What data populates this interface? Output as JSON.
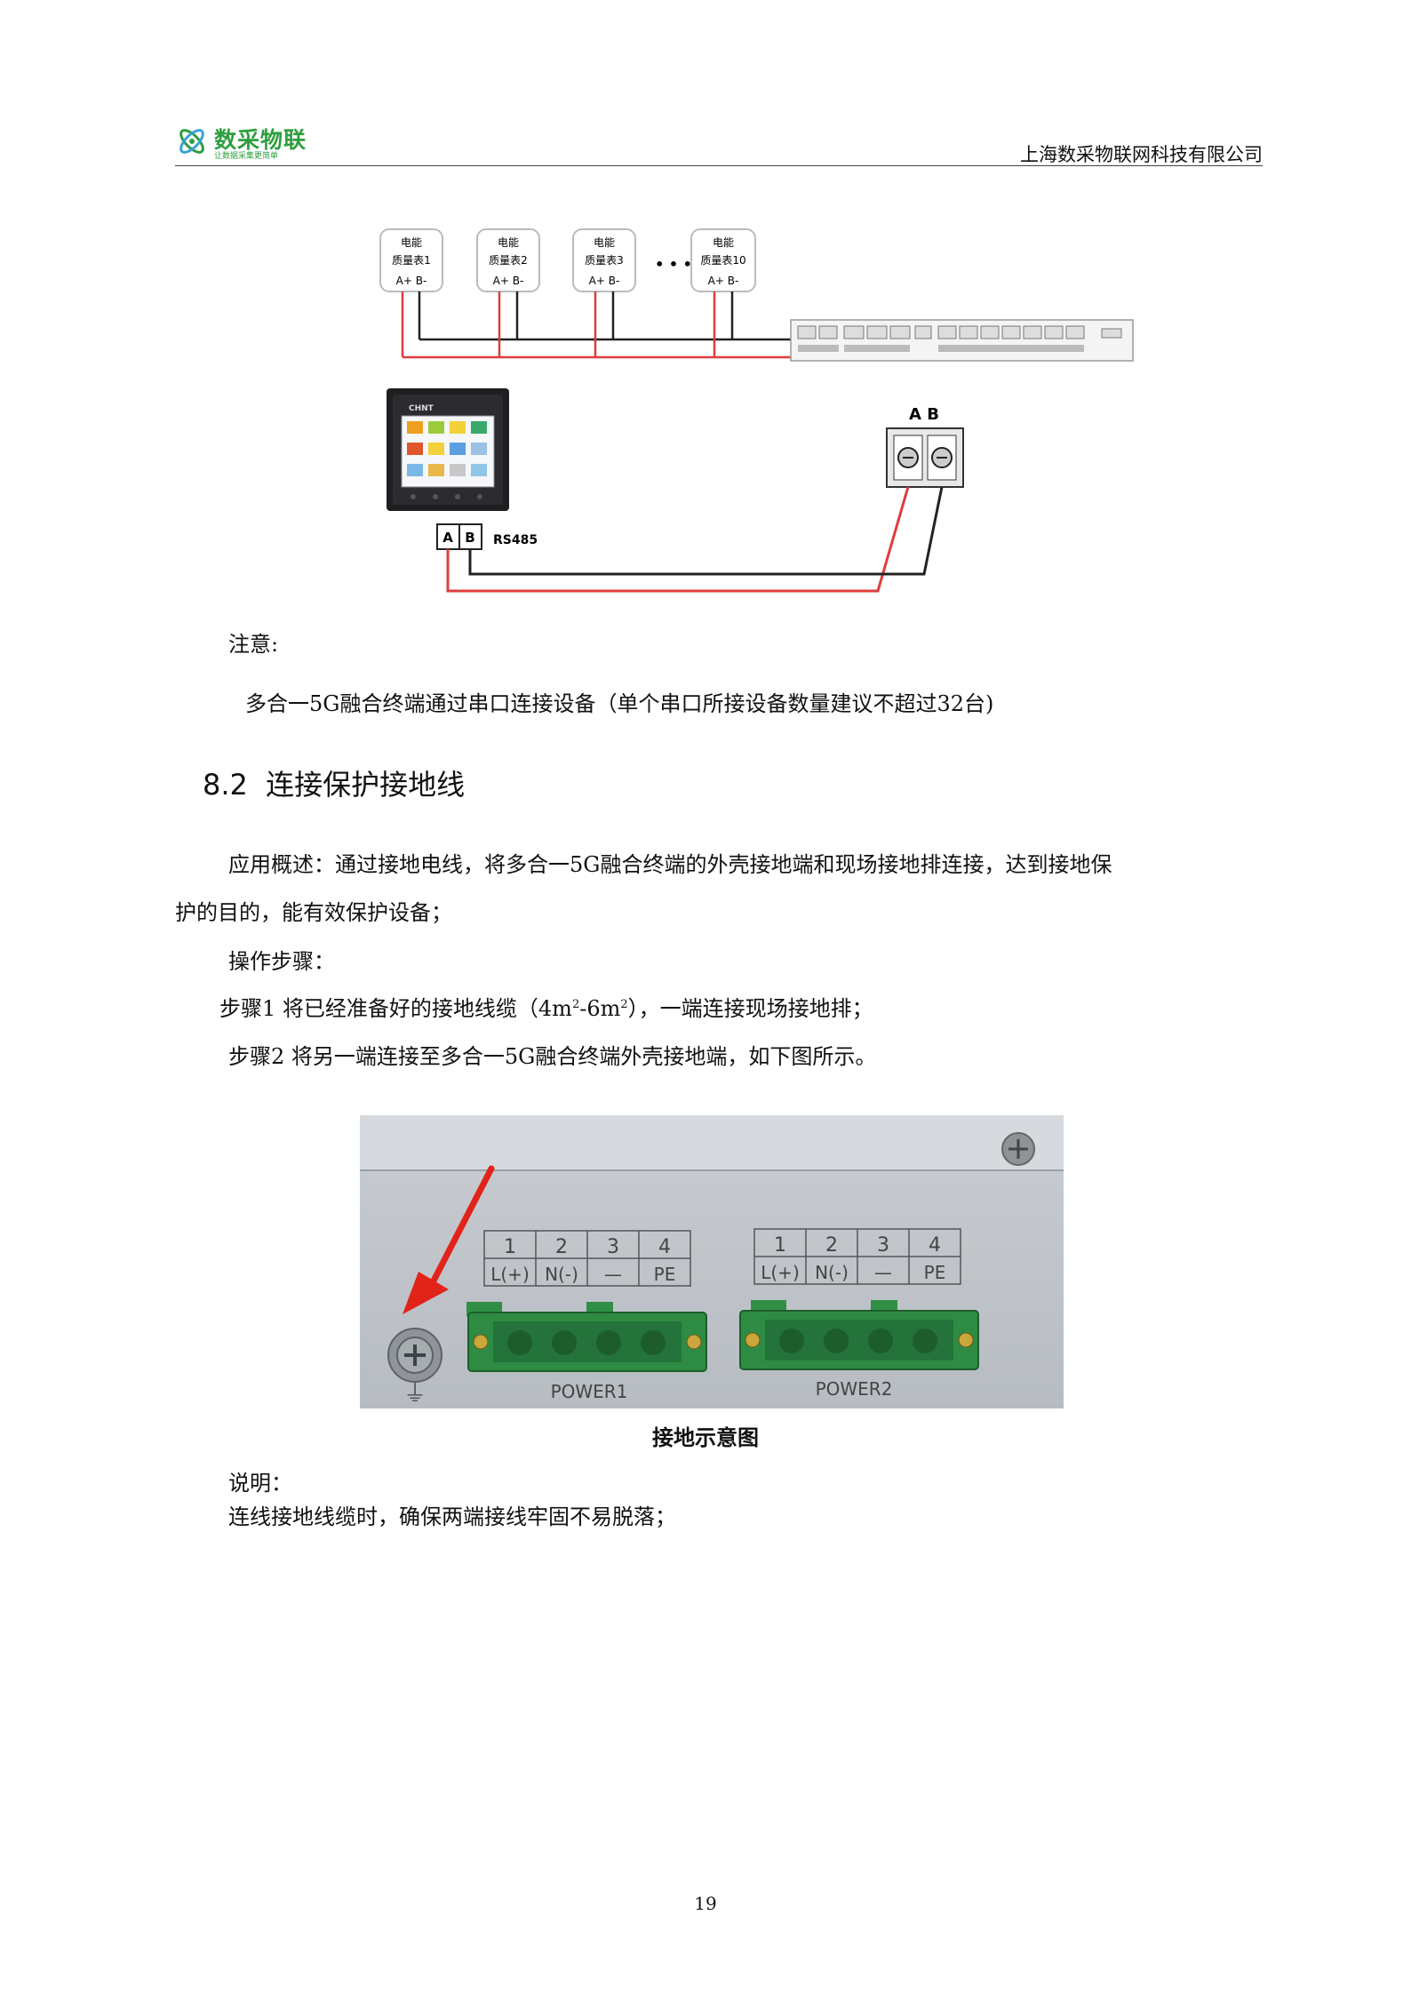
{
  "header": {
    "logo_name": "数采物联",
    "logo_tagline": "让数据采集更简单",
    "company": "上海数采物联网科技有限公司"
  },
  "wiring_diagram": {
    "meters": [
      {
        "line1": "电能",
        "line2": "质量表1",
        "terminals": "A+ B-"
      },
      {
        "line1": "电能",
        "line2": "质量表2",
        "terminals": "A+ B-"
      },
      {
        "line1": "电能",
        "line2": "质量表3",
        "terminals": "A+ B-"
      },
      {
        "line1": "电能",
        "line2": "质量表10",
        "terminals": "A+ B-"
      }
    ],
    "ellipsis": "• • •",
    "ab_top": "A B",
    "terminal_a": "A",
    "terminal_b": "B",
    "rs485": "RS485",
    "meter_brand": "CHNT",
    "wire_colors": {
      "a": "#e03c3c",
      "b": "#222222"
    }
  },
  "note_title": "注意:",
  "note_text": "多合一5G融合终端通过串口连接设备（单个串口所接设备数量建议不超过32台)",
  "section": {
    "number": "8.2",
    "title": "连接保护接地线"
  },
  "overview_line1": "应用概述：通过接地电线，将多合一5G融合终端的外壳接地端和现场接地排连接，达到接地保",
  "overview_line2": "护的目的，能有效保护设备；",
  "steps_title": "操作步骤：",
  "step1": {
    "prefix": "步骤1 将已经准备好的接地线缆（4m",
    "sup1": "2",
    "mid": "-6m",
    "sup2": "2",
    "suffix": "），一端连接现场接地排；"
  },
  "step2": "步骤2 将另一端连接至多合一5G融合终端外壳接地端，如下图所示。",
  "photo": {
    "power1": {
      "nums": [
        "1",
        "2",
        "3",
        "4"
      ],
      "labels": [
        "L(+)",
        "N(-)",
        "—",
        "PE"
      ],
      "name": "POWER1"
    },
    "power2": {
      "nums": [
        "1",
        "2",
        "3",
        "4"
      ],
      "labels": [
        "L(+)",
        "N(-)",
        "—",
        "PE"
      ],
      "name": "POWER2"
    },
    "ground_symbol": "⏚"
  },
  "caption": "接地示意图",
  "explain_title": "说明：",
  "explain_text": "连线接地线缆时，确保两端接线牢固不易脱落；",
  "page_number": "19"
}
